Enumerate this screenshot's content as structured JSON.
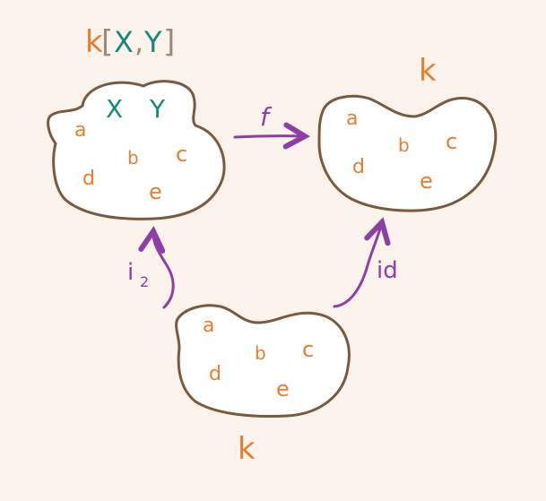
{
  "colors": {
    "background": "#fcf3ec",
    "blob_fill": "#ffffff",
    "blob_stroke": "#7a5a3e",
    "element": "#e67e2e",
    "variable": "#138a7d",
    "arrow": "#8e3fa6",
    "bracket": "#9a8a7e"
  },
  "polynomial_ring": {
    "label_k": "k",
    "bracket_open": "[",
    "var_x": "X",
    "comma": ",",
    "var_y": "Y",
    "bracket_close": "]",
    "inner_x": "X",
    "inner_y": "Y",
    "elements": [
      "a",
      "b",
      "c",
      "d",
      "e"
    ]
  },
  "target_field": {
    "label": "k",
    "elements": [
      "a",
      "b",
      "c",
      "d",
      "e"
    ]
  },
  "base_field": {
    "label": "k",
    "elements": [
      "a",
      "b",
      "c",
      "d",
      "e"
    ]
  },
  "arrows": {
    "f_label": "f",
    "inclusion_label_main": "i",
    "inclusion_label_sub": "2",
    "identity_label": "id"
  }
}
